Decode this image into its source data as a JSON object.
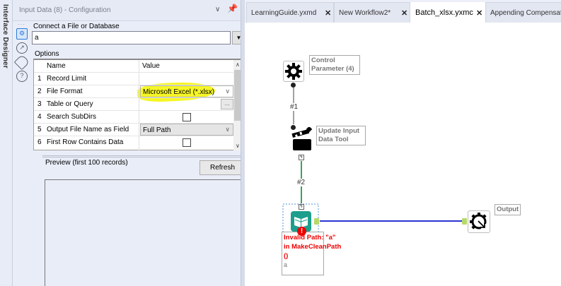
{
  "vertical_strip": {
    "label": "Interface Designer"
  },
  "config_panel": {
    "title": "Input Data (8) - Configuration",
    "chevron_icon": "chevron-down-icon",
    "pin_icon": "pin-icon",
    "side_icons": [
      "gear-icon",
      "arrow-circle-icon",
      "tag-icon",
      "help-icon"
    ],
    "connect_label": "Connect a File or Database",
    "connect_value": "a",
    "options_label": "Options",
    "grid": {
      "headers": {
        "name": "Name",
        "value": "Value"
      },
      "rows": [
        {
          "num": "1",
          "name": "Record Limit",
          "value": "",
          "type": "text"
        },
        {
          "num": "2",
          "name": "File Format",
          "value": "Microsoft Excel (*.xlsx)",
          "type": "select"
        },
        {
          "num": "3",
          "name": "Table or Query",
          "value": "",
          "type": "ellipsis",
          "button": "..."
        },
        {
          "num": "4",
          "name": "Search SubDirs",
          "value": "",
          "type": "checkbox",
          "checked": false
        },
        {
          "num": "5",
          "name": "Output File Name as Field",
          "value": "Full Path",
          "type": "select"
        },
        {
          "num": "6",
          "name": "First Row Contains Data",
          "value": "",
          "type": "checkbox",
          "checked": false
        }
      ]
    },
    "preview_label": "Preview (first 100 records)",
    "refresh_label": "Refresh"
  },
  "tabs": [
    {
      "label": "LearningGuide.yxmd",
      "active": false
    },
    {
      "label": "New Workflow2*",
      "active": false
    },
    {
      "label": "Batch_xlsx.yxmc",
      "active": true
    },
    {
      "label": "Appending Compensat",
      "active": false
    }
  ],
  "tab_close_glyph": "✕",
  "workflow": {
    "nodes": {
      "control_param": {
        "label_line1": "Control",
        "label_line2": "Parameter (4)"
      },
      "update_input": {
        "label_line1": "Update Input",
        "label_line2": "Data Tool"
      },
      "input_data": {
        "error_line1": "Invalid Path: \"a\"",
        "error_line2": "in MakeCleanPath",
        "error_line3": "()",
        "sub": "a"
      },
      "output": {
        "label": "Output"
      }
    },
    "connections": [
      {
        "label": "#1"
      },
      {
        "label": "#2"
      }
    ]
  },
  "colors": {
    "highlight": "#f4f400",
    "input_tool": "#1e9e8c",
    "connection_blue": "#2a35d4",
    "connection_green": "#3aa35a",
    "error_red": "#e00000",
    "anchor_green": "#b6d96a"
  }
}
